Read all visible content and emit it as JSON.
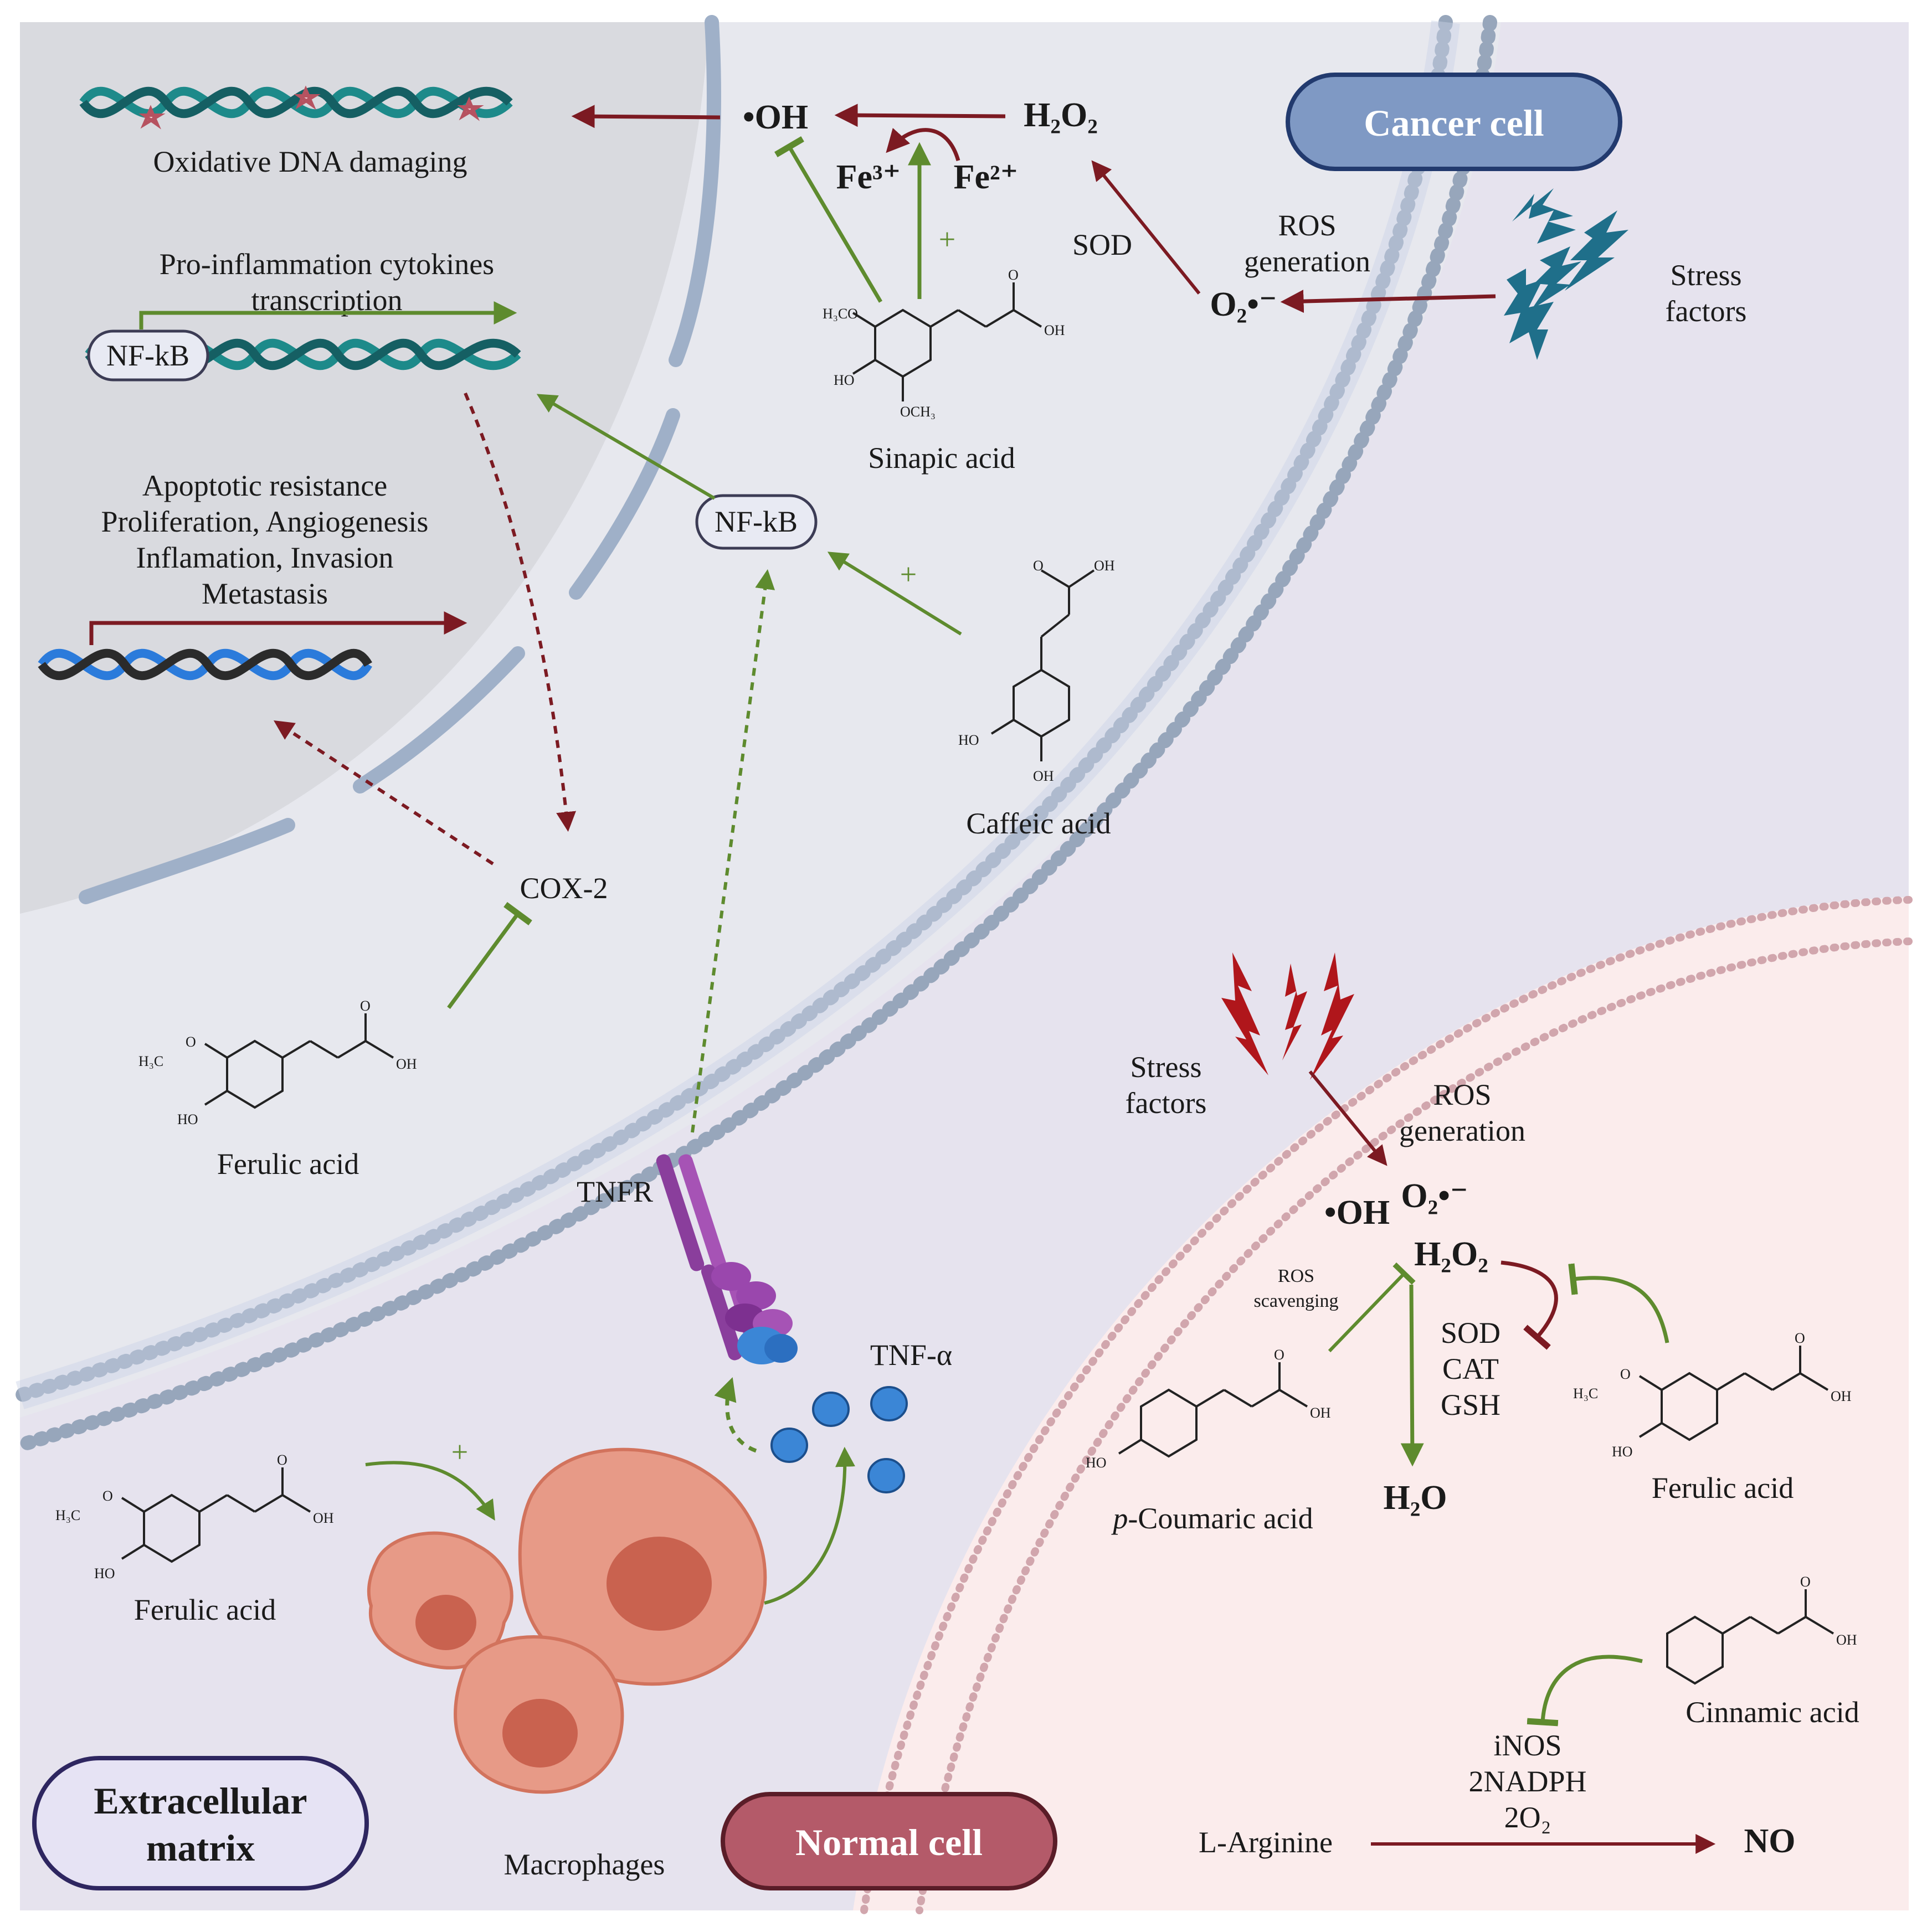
{
  "labels": {
    "cancer_cell": "Cancer cell",
    "normal_cell": "Normal cell",
    "extracellular_matrix": [
      "Extracellular",
      "matrix"
    ],
    "oxidative_dna": "Oxidative DNA damaging",
    "pro_inflammation": [
      "Pro-inflammation cytokines",
      "transcription"
    ],
    "nfkb": "NF-kB",
    "apoptotic": [
      "Apoptotic resistance",
      "Proliferation, Angiogenesis",
      "Inflamation, Invasion",
      "Metastasis"
    ],
    "oh_radical": "•OH",
    "h2o2": "H₂O₂",
    "fe3": "Fe³⁺",
    "fe2": "Fe²⁺",
    "sod": "SOD",
    "plus": "+",
    "ros_generation": [
      "ROS",
      "generation"
    ],
    "superoxide": "O₂•⁻",
    "stress_factors": [
      "Stress",
      "factors"
    ],
    "sinapic_acid": "Sinapic acid",
    "caffeic_acid": "Caffeic acid",
    "cox2": "COX-2",
    "ferulic_acid": "Ferulic acid",
    "tnfr": "TNFR",
    "tnf_alpha": "TNF-α",
    "macrophages": "Macrophages",
    "ros_scavenging": [
      "ROS",
      "scavenging"
    ],
    "enzymes": [
      "SOD",
      "CAT",
      "GSH"
    ],
    "h2o": "H₂O",
    "p_coumaric_prefix": "p",
    "p_coumaric_rest": "-Coumaric acid",
    "cinnamic_acid": "Cinnamic acid",
    "inos_block": [
      "iNOS",
      "2NADPH",
      "2O₂"
    ],
    "l_arginine": "L-Arginine",
    "no": "NO",
    "chem": {
      "h3co": "H₃CO",
      "h3c": "H₃C",
      "ho": "HO",
      "oh": "OH",
      "o": "O",
      "och3": "OCH₃"
    }
  },
  "colors": {
    "cytoplasm": "#e7e8ee",
    "nucleus": "#d9dadf",
    "ecm": "#e6e3ee",
    "normal": "#fbecec",
    "membrane": "#97a6bb",
    "dark_red": "#7c1a22",
    "green": "#5e8b2e",
    "cancer_pill": "#7f99c4",
    "normal_pill": "#b45a69",
    "ecm_pill": "#e6e3f4",
    "dna_teal": "#1d8a8a",
    "dna_blue": "#2b7bdb",
    "receptor": "#8a3e9c",
    "tnf": "#3b86d6",
    "macrophage": "#e79a87",
    "lightning_teal": "#1f6f8a",
    "lightning_red": "#b0161b"
  }
}
